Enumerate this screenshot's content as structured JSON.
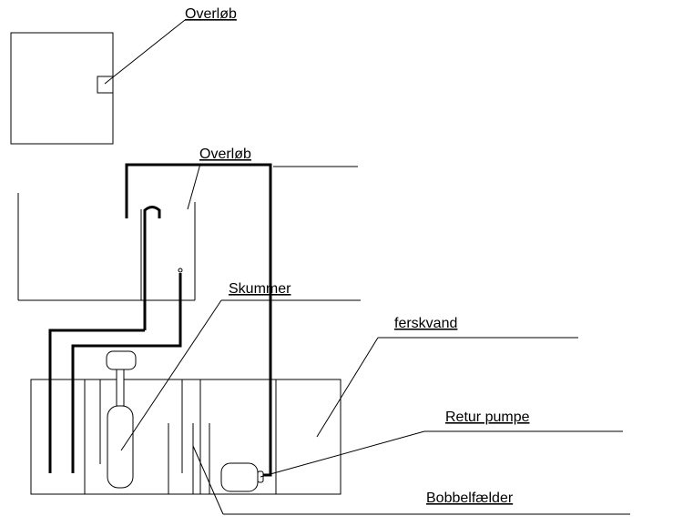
{
  "labels": {
    "overflow_top": "Overløb",
    "overflow_tank": "Overløb",
    "skimmer": "Skummer",
    "freshwater": "ferskvand",
    "return_pump": "Retur pumpe",
    "bubble_trap": "Bobbelfælder"
  },
  "colors": {
    "line": "#000000",
    "background": "#ffffff"
  }
}
